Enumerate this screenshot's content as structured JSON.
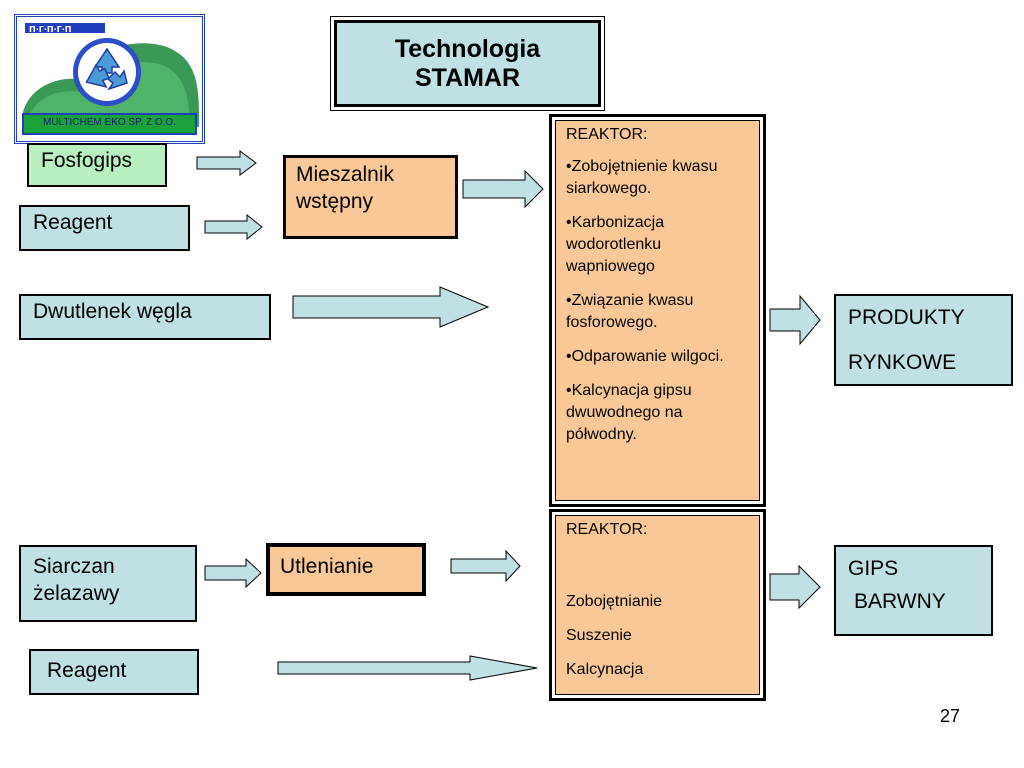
{
  "logo": {
    "caption": "MULTICHEM EKO SP. Z O.O.",
    "icon": "recycle-icon"
  },
  "title": {
    "line1": "Technologia",
    "line2": "STAMAR"
  },
  "inputs_top": [
    {
      "label": "Fosfogips"
    },
    {
      "label": "Reagent"
    },
    {
      "label": "Dwutlenek węgla"
    }
  ],
  "mixer": {
    "line1": "Mieszalnik",
    "line2": "wstępny"
  },
  "reactor1": {
    "heading": "REAKTOR:",
    "items": [
      "•Zobojętnienie kwasu siarkowego.",
      "•Karbonizacja wodorotlenku wapniowego",
      "•Związanie kwasu fosforowego.",
      "•Odparowanie wilgoci.",
      "•Kalcynacja gipsu dwuwodnego na półwodny."
    ]
  },
  "products": {
    "line1": "PRODUKTY",
    "line2": "RYNKOWE"
  },
  "inputs_bottom": [
    {
      "line1": "Siarczan",
      "line2": "żelazawy"
    },
    {
      "label": "Reagent"
    }
  ],
  "oxidation": {
    "label": "Utlenianie"
  },
  "reactor2": {
    "heading": "REAKTOR:",
    "items": [
      "Zobojętnianie",
      "Suszenie",
      "Kalcynacja"
    ]
  },
  "gypsum": {
    "line1": "GIPS",
    "line2": "BARWNY"
  },
  "page_number": "27",
  "colors": {
    "box_teal": "#bfe0e4",
    "box_green": "#b9f0bf",
    "box_peach": "#fac896",
    "arrow_fill": "#bfe0e4"
  }
}
